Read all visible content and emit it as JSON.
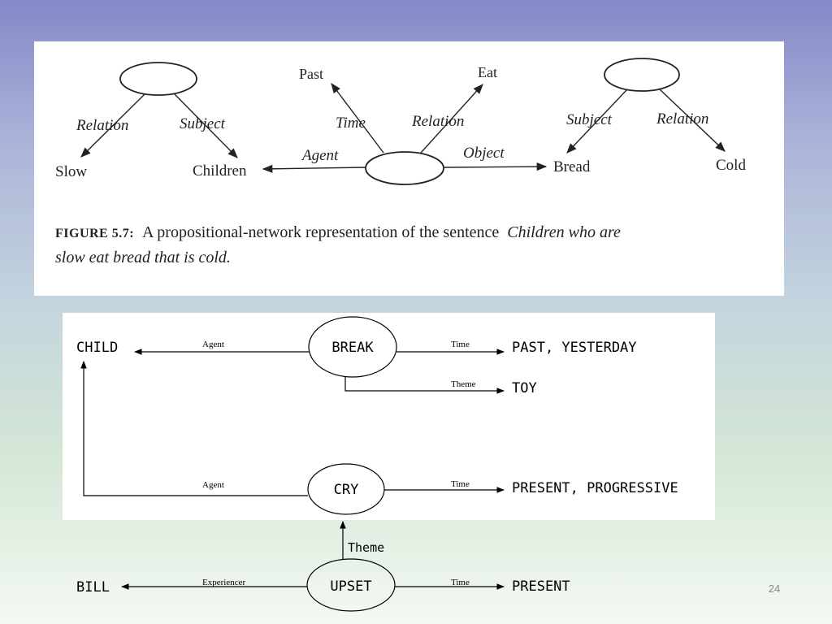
{
  "figure1": {
    "caption_prefix": "FIGURE 5.7:",
    "caption_line1": "A propositional-network representation of the sentence",
    "caption_italic1": "Children who are",
    "caption_line2": "slow eat bread that is cold.",
    "nodes": {
      "slow": "Slow",
      "children": "Children",
      "past": "Past",
      "eat": "Eat",
      "bread": "Bread",
      "cold": "Cold"
    },
    "edges": {
      "relation_left": "Relation",
      "subject_left": "Subject",
      "time": "Time",
      "relation_mid": "Relation",
      "agent": "Agent",
      "object": "Object",
      "subject_right": "Subject",
      "relation_right": "Relation"
    }
  },
  "figure2": {
    "nodes": {
      "child": "CHILD",
      "break": "BREAK",
      "past_yesterday": "PAST, YESTERDAY",
      "toy": "TOY",
      "cry": "CRY",
      "present_progressive": "PRESENT, PROGRESSIVE",
      "bill": "BILL",
      "upset": "UPSET",
      "present": "PRESENT"
    },
    "edges": {
      "agent_break": "Agent",
      "time_break": "Time",
      "theme_break": "Theme",
      "agent_cry": "Agent",
      "time_cry": "Time",
      "theme_upset": "Theme",
      "experiencer": "Experiencer",
      "time_upset": "Time"
    }
  },
  "slide_number": "24"
}
